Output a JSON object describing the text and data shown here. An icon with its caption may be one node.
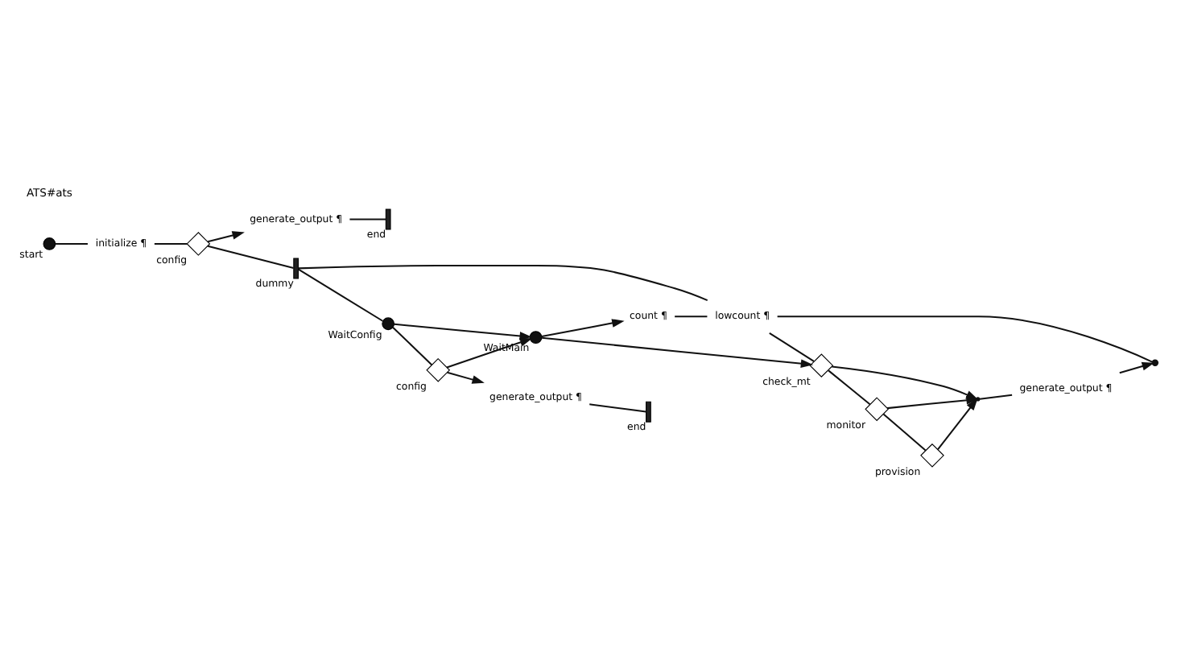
{
  "diagram": {
    "title": "ATS#ats",
    "nodes": [
      {
        "text": [
          "start"
        ]
      },
      {
        "text": [
          "initialize ¶"
        ]
      },
      {
        "text": [
          "config"
        ]
      },
      {
        "text": [
          "generate_output ¶"
        ]
      },
      {
        "text": [
          "end"
        ]
      },
      {
        "text": [
          "dummy"
        ]
      },
      {
        "text": [],
        "shape": "cross"
      },
      {
        "text": [
          "generate_output ¶"
        ]
      },
      {
        "text": [
          "count ¶"
        ]
      },
      {
        "text": [
          "WaitConfig"
        ]
      },
      {
        "text": [
          "WaitMain"
        ]
      },
      {
        "text": [
          "config"
        ]
      },
      {
        "text": [
          "generate_output ¶"
        ]
      },
      {
        "text": [
          "end"
        ]
      },
      {
        "text": [
          "lowcount ¶"
        ]
      },
      {
        "text": [
          "check_mt"
        ]
      },
      {
        "text": [
          "monitor"
        ]
      },
      {
        "text": [
          "provision"
        ]
      },
      {
        "text": [],
        "shape": "point"
      }
    ],
    "edges": [
      {
        "from": 0,
        "to": 1,
        "arrow": "none"
      },
      {
        "from": 1,
        "to": 2,
        "arrow": "none"
      },
      {
        "from": 2,
        "to": 3,
        "arrow": "to"
      },
      {
        "from": 3,
        "to": 4,
        "arrow": "none"
      },
      {
        "from": 2,
        "to": 5,
        "arrow": "none"
      },
      {
        "from": 5,
        "to": 9,
        "arrow": "none"
      },
      {
        "from": 9,
        "to": 10,
        "arrow": "to"
      },
      {
        "from": 10,
        "to": 8,
        "arrow": "to"
      },
      {
        "from": 8,
        "to": 14,
        "arrow": "none"
      },
      {
        "from": 9,
        "to": 11,
        "arrow": "none"
      },
      {
        "from": 11,
        "to": 12,
        "arrow": "to"
      },
      {
        "from": 12,
        "to": 13,
        "arrow": "none"
      },
      {
        "from": 11,
        "to": 10,
        "arrow": "to"
      },
      {
        "from": 10,
        "to": 15,
        "arrow": "to"
      },
      {
        "from": 5,
        "to": 14,
        "arrow": "none"
      },
      {
        "from": 14,
        "to": 15,
        "arrow": "none"
      },
      {
        "from": 15,
        "to": 16,
        "arrow": "none"
      },
      {
        "from": 15,
        "to": 18,
        "arrow": "to"
      },
      {
        "from": 16,
        "to": 17,
        "arrow": "none"
      },
      {
        "from": 16,
        "to": 18,
        "arrow": "to"
      },
      {
        "from": 17,
        "to": 18,
        "arrow": "to"
      },
      {
        "from": 18,
        "to": 7,
        "arrow": "none"
      },
      {
        "from": 7,
        "to": 6,
        "arrow": "to"
      },
      {
        "from": 6,
        "to": 14,
        "arrow": "none"
      }
    ]
  }
}
